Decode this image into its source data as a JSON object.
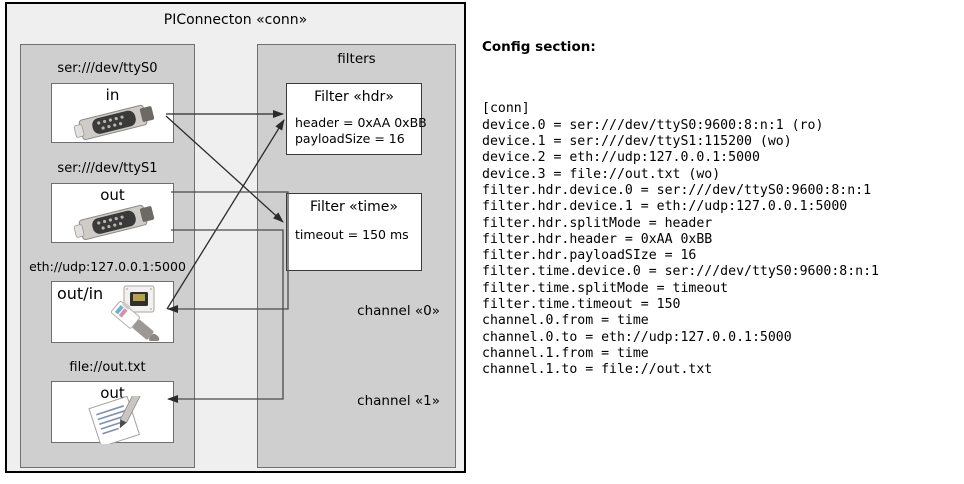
{
  "diagram": {
    "title": "PIConnecton «conn»",
    "devices_panel": {
      "name": "devices",
      "items": [
        {
          "label": "ser:///dev/ttyS0",
          "direction": "in",
          "icon": "serial-port-icon"
        },
        {
          "label": "ser:///dev/ttyS1",
          "direction": "out",
          "icon": "serial-port-icon"
        },
        {
          "label": "eth://udp:127.0.0.1:5000",
          "direction": "out/in",
          "icon": "ethernet-jack-icon"
        },
        {
          "label": "file://out.txt",
          "direction": "out",
          "icon": "text-file-icon"
        }
      ]
    },
    "filters_panel": {
      "title": "filters",
      "filters": [
        {
          "title": "Filter «hdr»",
          "props": [
            "header = 0xAA 0xBB",
            "payloadSize = 16"
          ]
        },
        {
          "title": "Filter «time»",
          "props": [
            "timeout = 150 ms"
          ]
        }
      ],
      "channels": [
        {
          "label": "channel «0»"
        },
        {
          "label": "channel «1»"
        }
      ]
    }
  },
  "config": {
    "heading": "Config section:",
    "lines": "[conn]\ndevice.0 = ser:///dev/ttyS0:9600:8:n:1 (ro)\ndevice.1 = ser:///dev/ttyS1:115200 (wo)\ndevice.2 = eth://udp:127.0.0.1:5000\ndevice.3 = file://out.txt (wo)\nfilter.hdr.device.0 = ser:///dev/ttyS0:9600:8:n:1\nfilter.hdr.device.1 = eth://udp:127.0.0.1:5000\nfilter.hdr.splitMode = header\nfilter.hdr.header = 0xAA 0xBB\nfilter.hdr.payloadSIze = 16\nfilter.time.device.0 = ser:///dev/ttyS0:9600:8:n:1\nfilter.time.splitMode = timeout\nfilter.time.timeout = 150\nchannel.0.from = time\nchannel.0.to = eth://udp:127.0.0.1:5000\nchannel.1.from = time\nchannel.1.to = file://out.txt"
  },
  "colors": {
    "page_bg": "#ffffff",
    "frame_bg": "#efefef",
    "panel_bg": "#cfcfcf",
    "box_bg": "#ffffff",
    "line": "#2b2b2b"
  }
}
